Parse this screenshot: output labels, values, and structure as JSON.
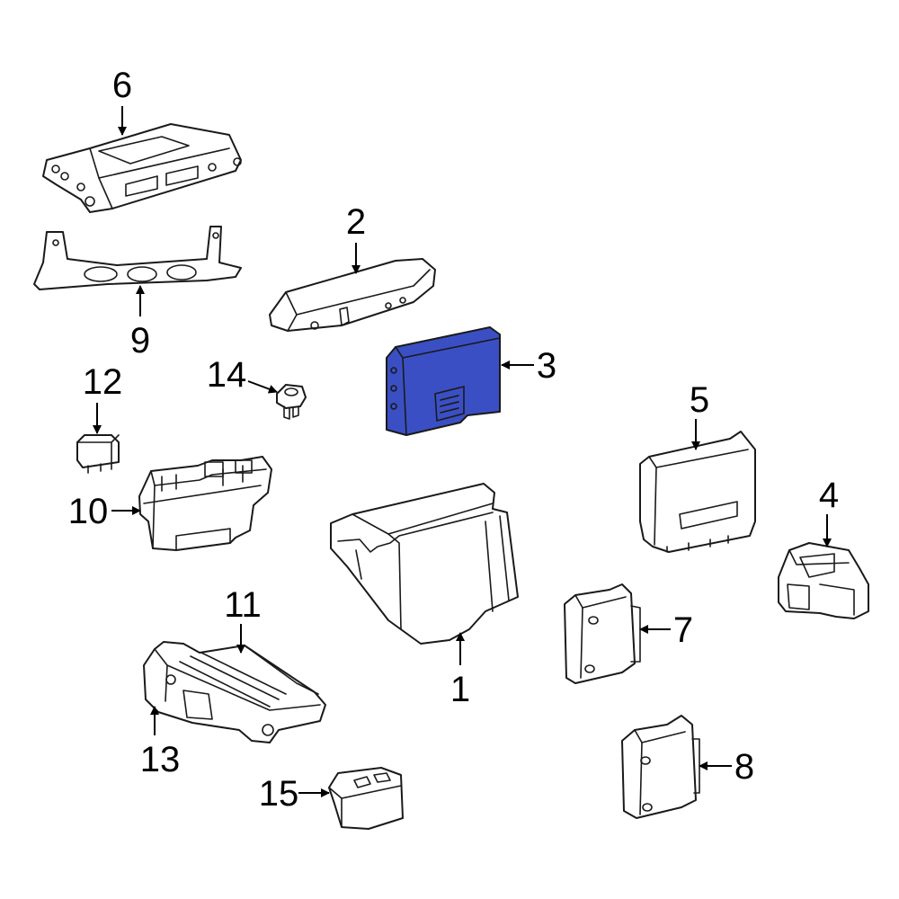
{
  "diagram": {
    "highlight_color": "#3b4fc4",
    "callouts": [
      {
        "id": "c1",
        "label": "1"
      },
      {
        "id": "c2",
        "label": "2"
      },
      {
        "id": "c3",
        "label": "3"
      },
      {
        "id": "c4",
        "label": "4"
      },
      {
        "id": "c5",
        "label": "5"
      },
      {
        "id": "c6",
        "label": "6"
      },
      {
        "id": "c7",
        "label": "7"
      },
      {
        "id": "c8",
        "label": "8"
      },
      {
        "id": "c9",
        "label": "9"
      },
      {
        "id": "c10",
        "label": "10"
      },
      {
        "id": "c11",
        "label": "11"
      },
      {
        "id": "c12",
        "label": "12"
      },
      {
        "id": "c13",
        "label": "13"
      },
      {
        "id": "c14",
        "label": "14"
      },
      {
        "id": "c15",
        "label": "15"
      }
    ]
  }
}
